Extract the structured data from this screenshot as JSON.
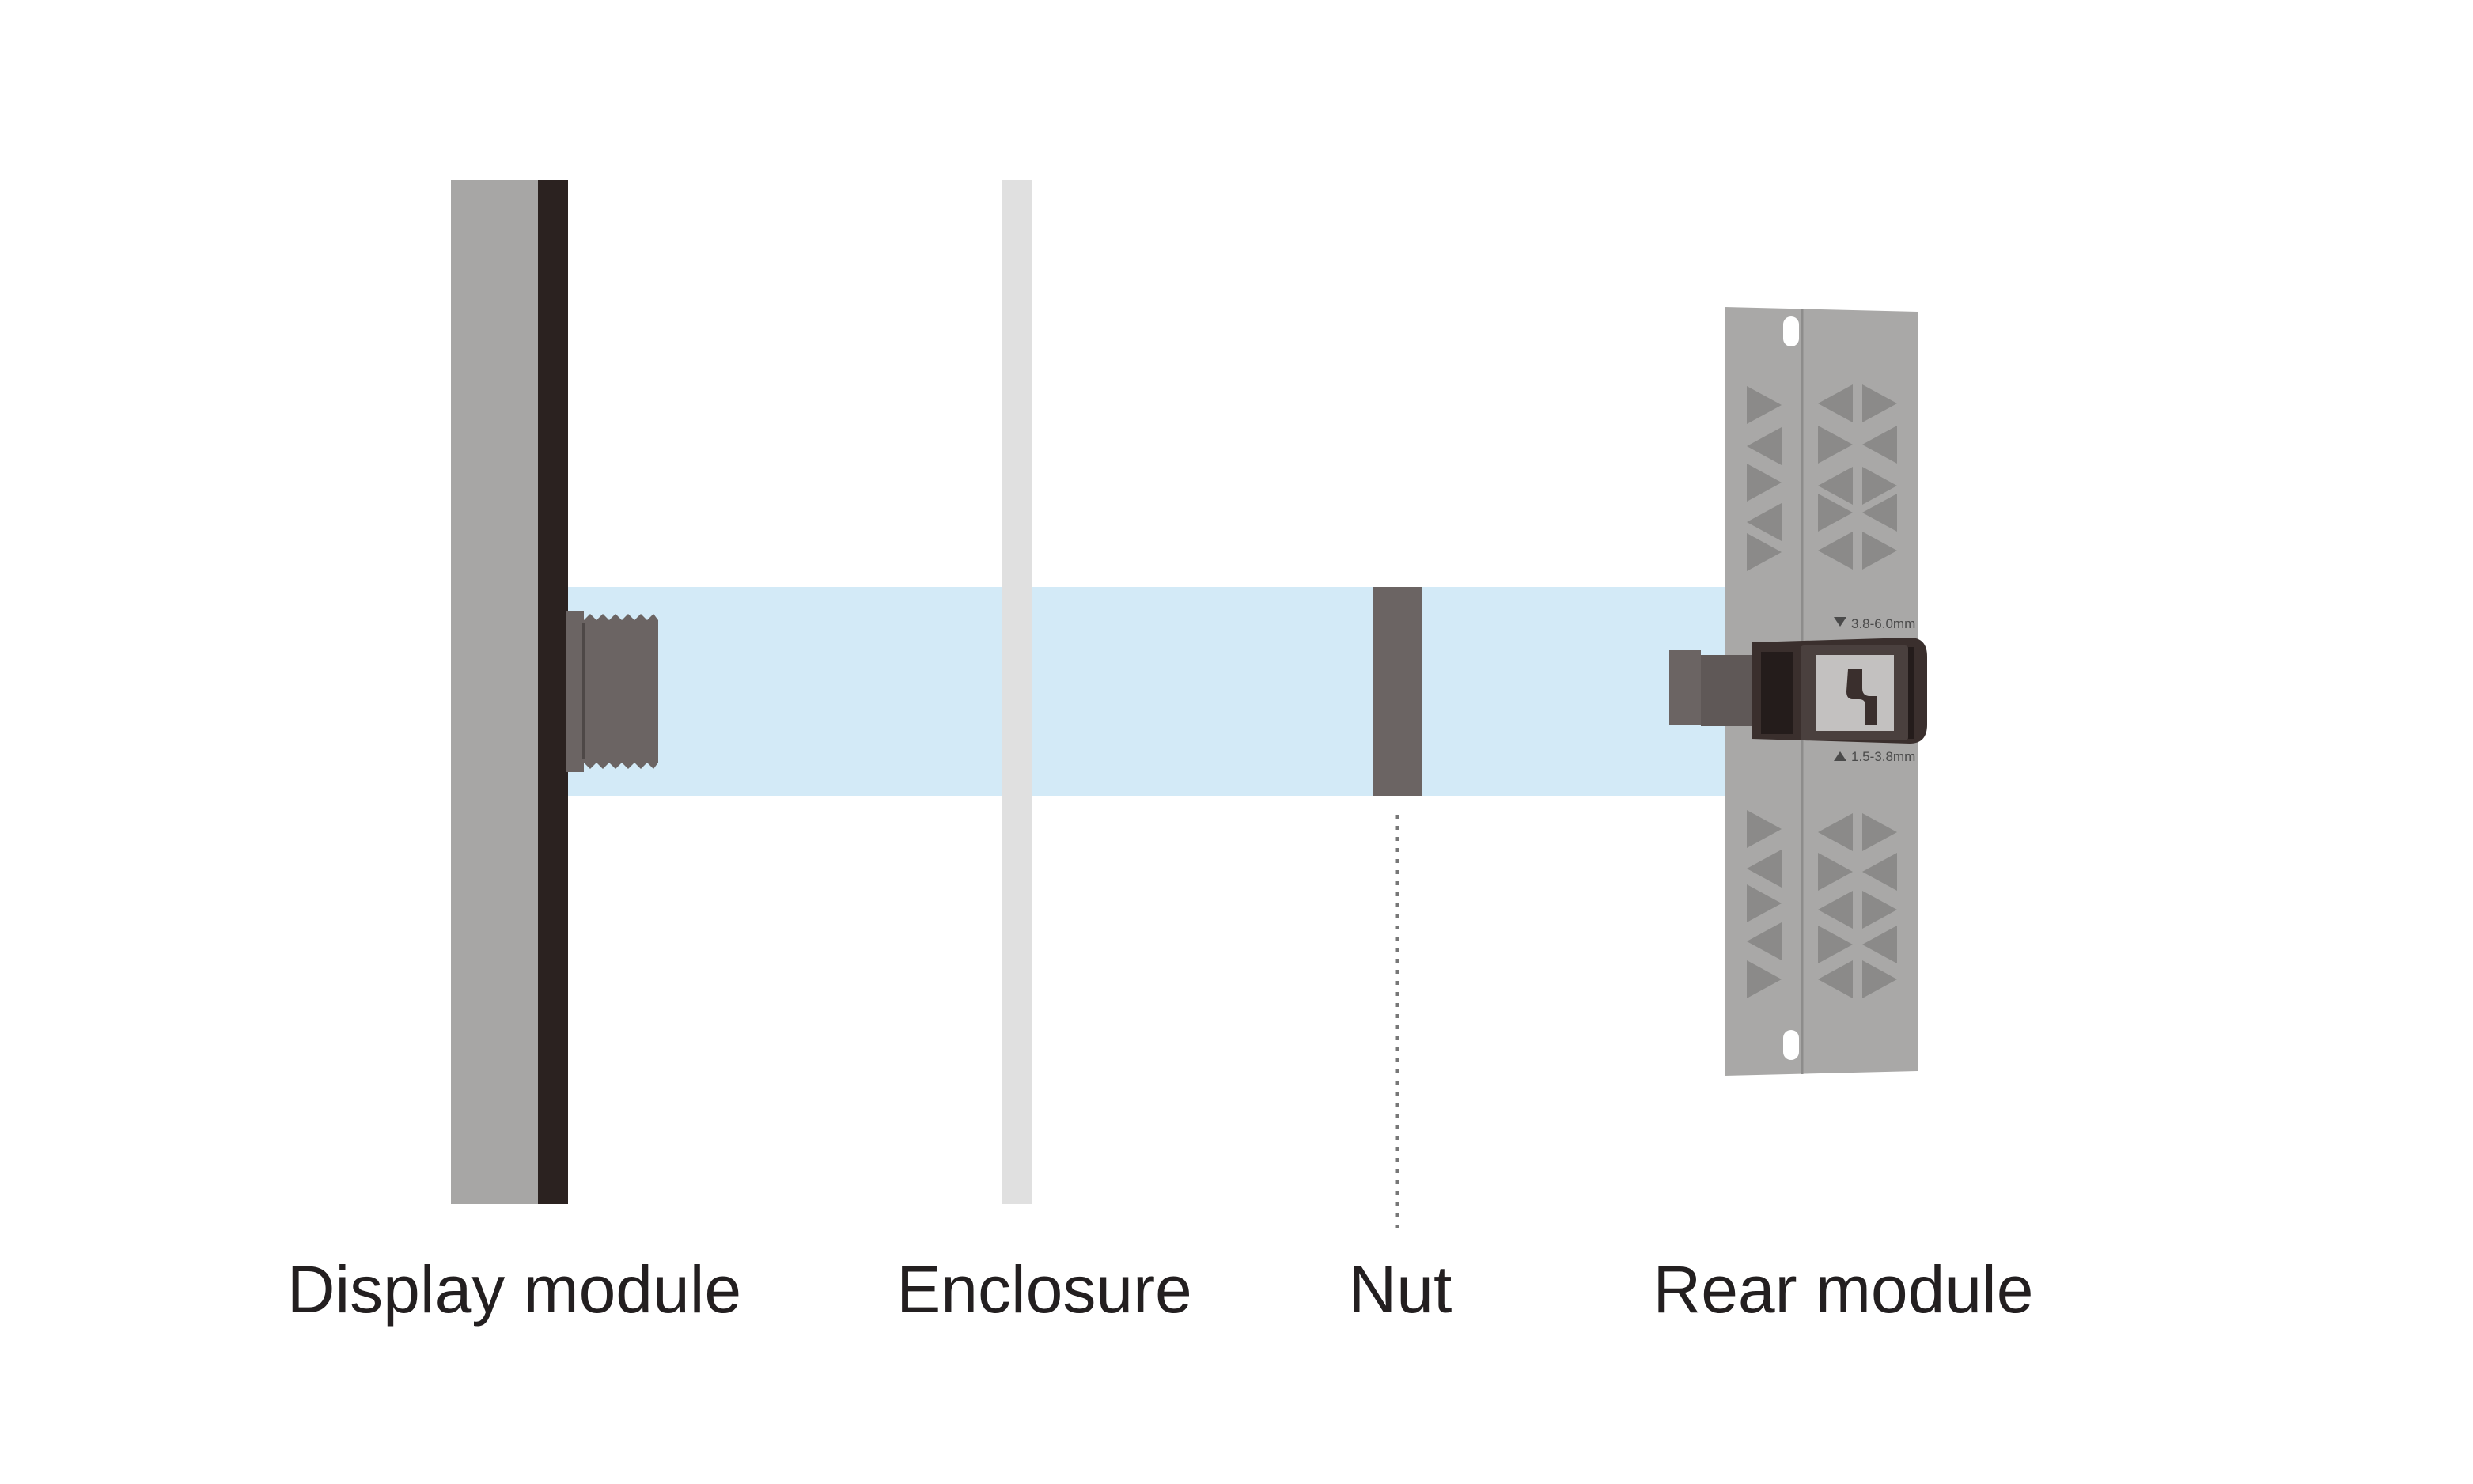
{
  "labels": {
    "display_module": "Display module",
    "enclosure": "Enclosure",
    "nut": "Nut",
    "rear_module": "Rear module"
  },
  "specs": {
    "upper_range": "3.8-6.0mm",
    "lower_range": "1.5-3.8mm"
  },
  "colors": {
    "display_panel": "#a7a6a5",
    "display_bezel": "#2b2220",
    "enclosure": "#e0e0e0",
    "mounting_channel": "#d3eaf7",
    "nut": "#6b6463",
    "rear_module": "#a9a8a7",
    "connector": "#3a2f2d",
    "label_text": "#231f20"
  }
}
